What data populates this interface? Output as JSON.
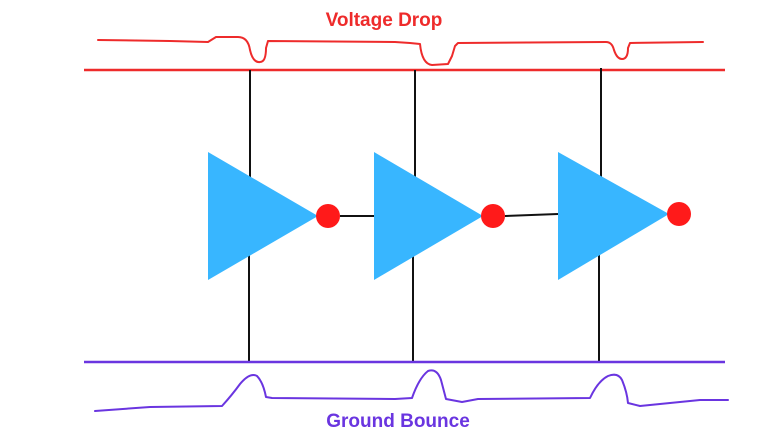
{
  "labels": {
    "top": "Voltage Drop",
    "bottom": "Ground Bounce"
  },
  "colors": {
    "supply_rail": "#ee2b2b",
    "ground_rail": "#6a35e0",
    "inverter_fill": "#38b6ff",
    "bubble_fill": "#ff1a1a",
    "wire": "#111111",
    "background": "#ffffff"
  },
  "inverters": [
    {
      "id": 1
    },
    {
      "id": 2
    },
    {
      "id": 3
    }
  ]
}
